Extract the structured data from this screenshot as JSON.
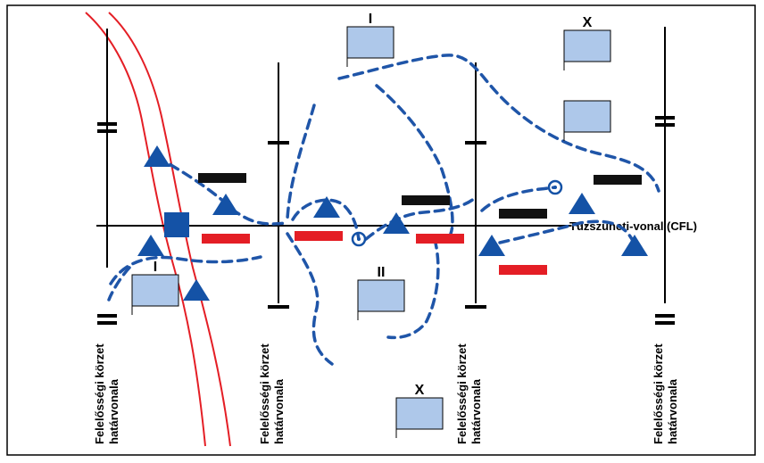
{
  "colors": {
    "frame": "#000000",
    "boundary": "#000000",
    "river": "#e41e25",
    "route": "#1f55a8",
    "symbol_fill": "#aec8ea",
    "triangle": "#1452a6",
    "friendly_bar": "#e41e25",
    "hostile_bar": "#111111"
  },
  "cease_fire_line": {
    "label": "Tűzszüneti-vonal (CFL)"
  },
  "boundaries": [
    {
      "label_line1": "Felelősségi körzet",
      "label_line2": "határvonala",
      "echelon_mark": "II"
    },
    {
      "label_line1": "Felelősségi körzet",
      "label_line2": "határvonala",
      "echelon_mark": "I"
    },
    {
      "label_line1": "Felelősségi körzet",
      "label_line2": "határvonala",
      "echelon_mark": "I"
    },
    {
      "label_line1": "Felelősségi körzet",
      "label_line2": "határvonala",
      "echelon_mark": "II"
    }
  ],
  "unit_symbols": [
    {
      "echelon": "I"
    },
    {
      "echelon": "X"
    },
    {
      "echelon": ""
    },
    {
      "echelon": "I"
    },
    {
      "echelon": "II"
    },
    {
      "echelon": "X"
    }
  ],
  "icons": {
    "outpost": "triangle-icon",
    "checkpoint": "square-icon",
    "observation": "circle-target-icon"
  }
}
